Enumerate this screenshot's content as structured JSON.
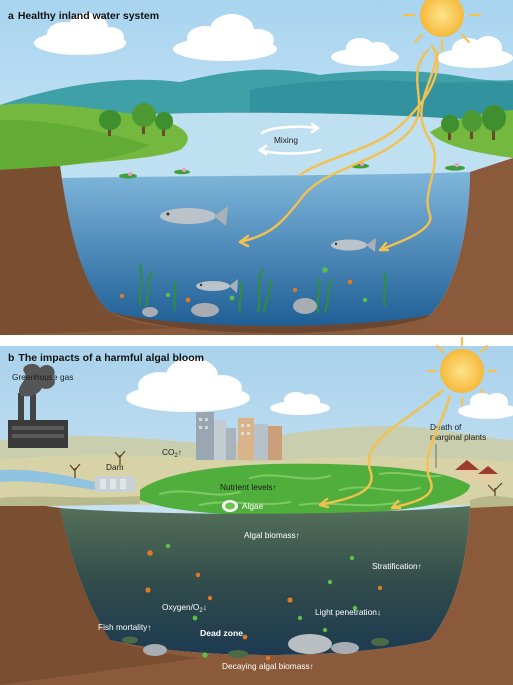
{
  "panels": {
    "a": {
      "letter": "a",
      "title": "Healthy inland water system",
      "labels": {
        "mixing": "Mixing"
      }
    },
    "b": {
      "letter": "b",
      "title": "The impacts of a harmful algal bloom",
      "labels": {
        "greenhouse_gas": "Greenhouse gas",
        "dam": "Dam",
        "co2": "CO",
        "co2_sub": "2",
        "co2_arrow": "↑",
        "death_line1": "Death of",
        "death_line2": "marginal plants",
        "nutrient_levels": "Nutrient levels↑",
        "algae": "Algae",
        "algal_biomass": "Algal biomass↑",
        "stratification": "Stratification↑",
        "oxygen": "Oxygen/O",
        "oxygen_sub": "2",
        "oxygen_arrow": "↓",
        "light_penetration": "Light penetration↓",
        "fish_mortality": "Fish mortality↑",
        "dead_zone": "Dead zone",
        "decaying": "Decaying algal biomass↑"
      }
    }
  },
  "colors": {
    "sky": "#cfe6f5",
    "lake_surface": "#bfe0f0",
    "water_deep": "#2f6fa5",
    "soil": "#8a5a3a",
    "grass": "#6db33f",
    "sun": "#f7c64a",
    "light_ray": "#f2c14e",
    "algae_green": "#4fae3c",
    "murky_water": "#35503f",
    "fish": "#b9c3c9"
  },
  "icons": [
    "sun-icon",
    "cloud-icon",
    "fish-icon",
    "water-lily-icon",
    "tree-icon",
    "factory-icon",
    "city-icon",
    "house-icon",
    "dam-icon",
    "algae-cell-icon"
  ]
}
